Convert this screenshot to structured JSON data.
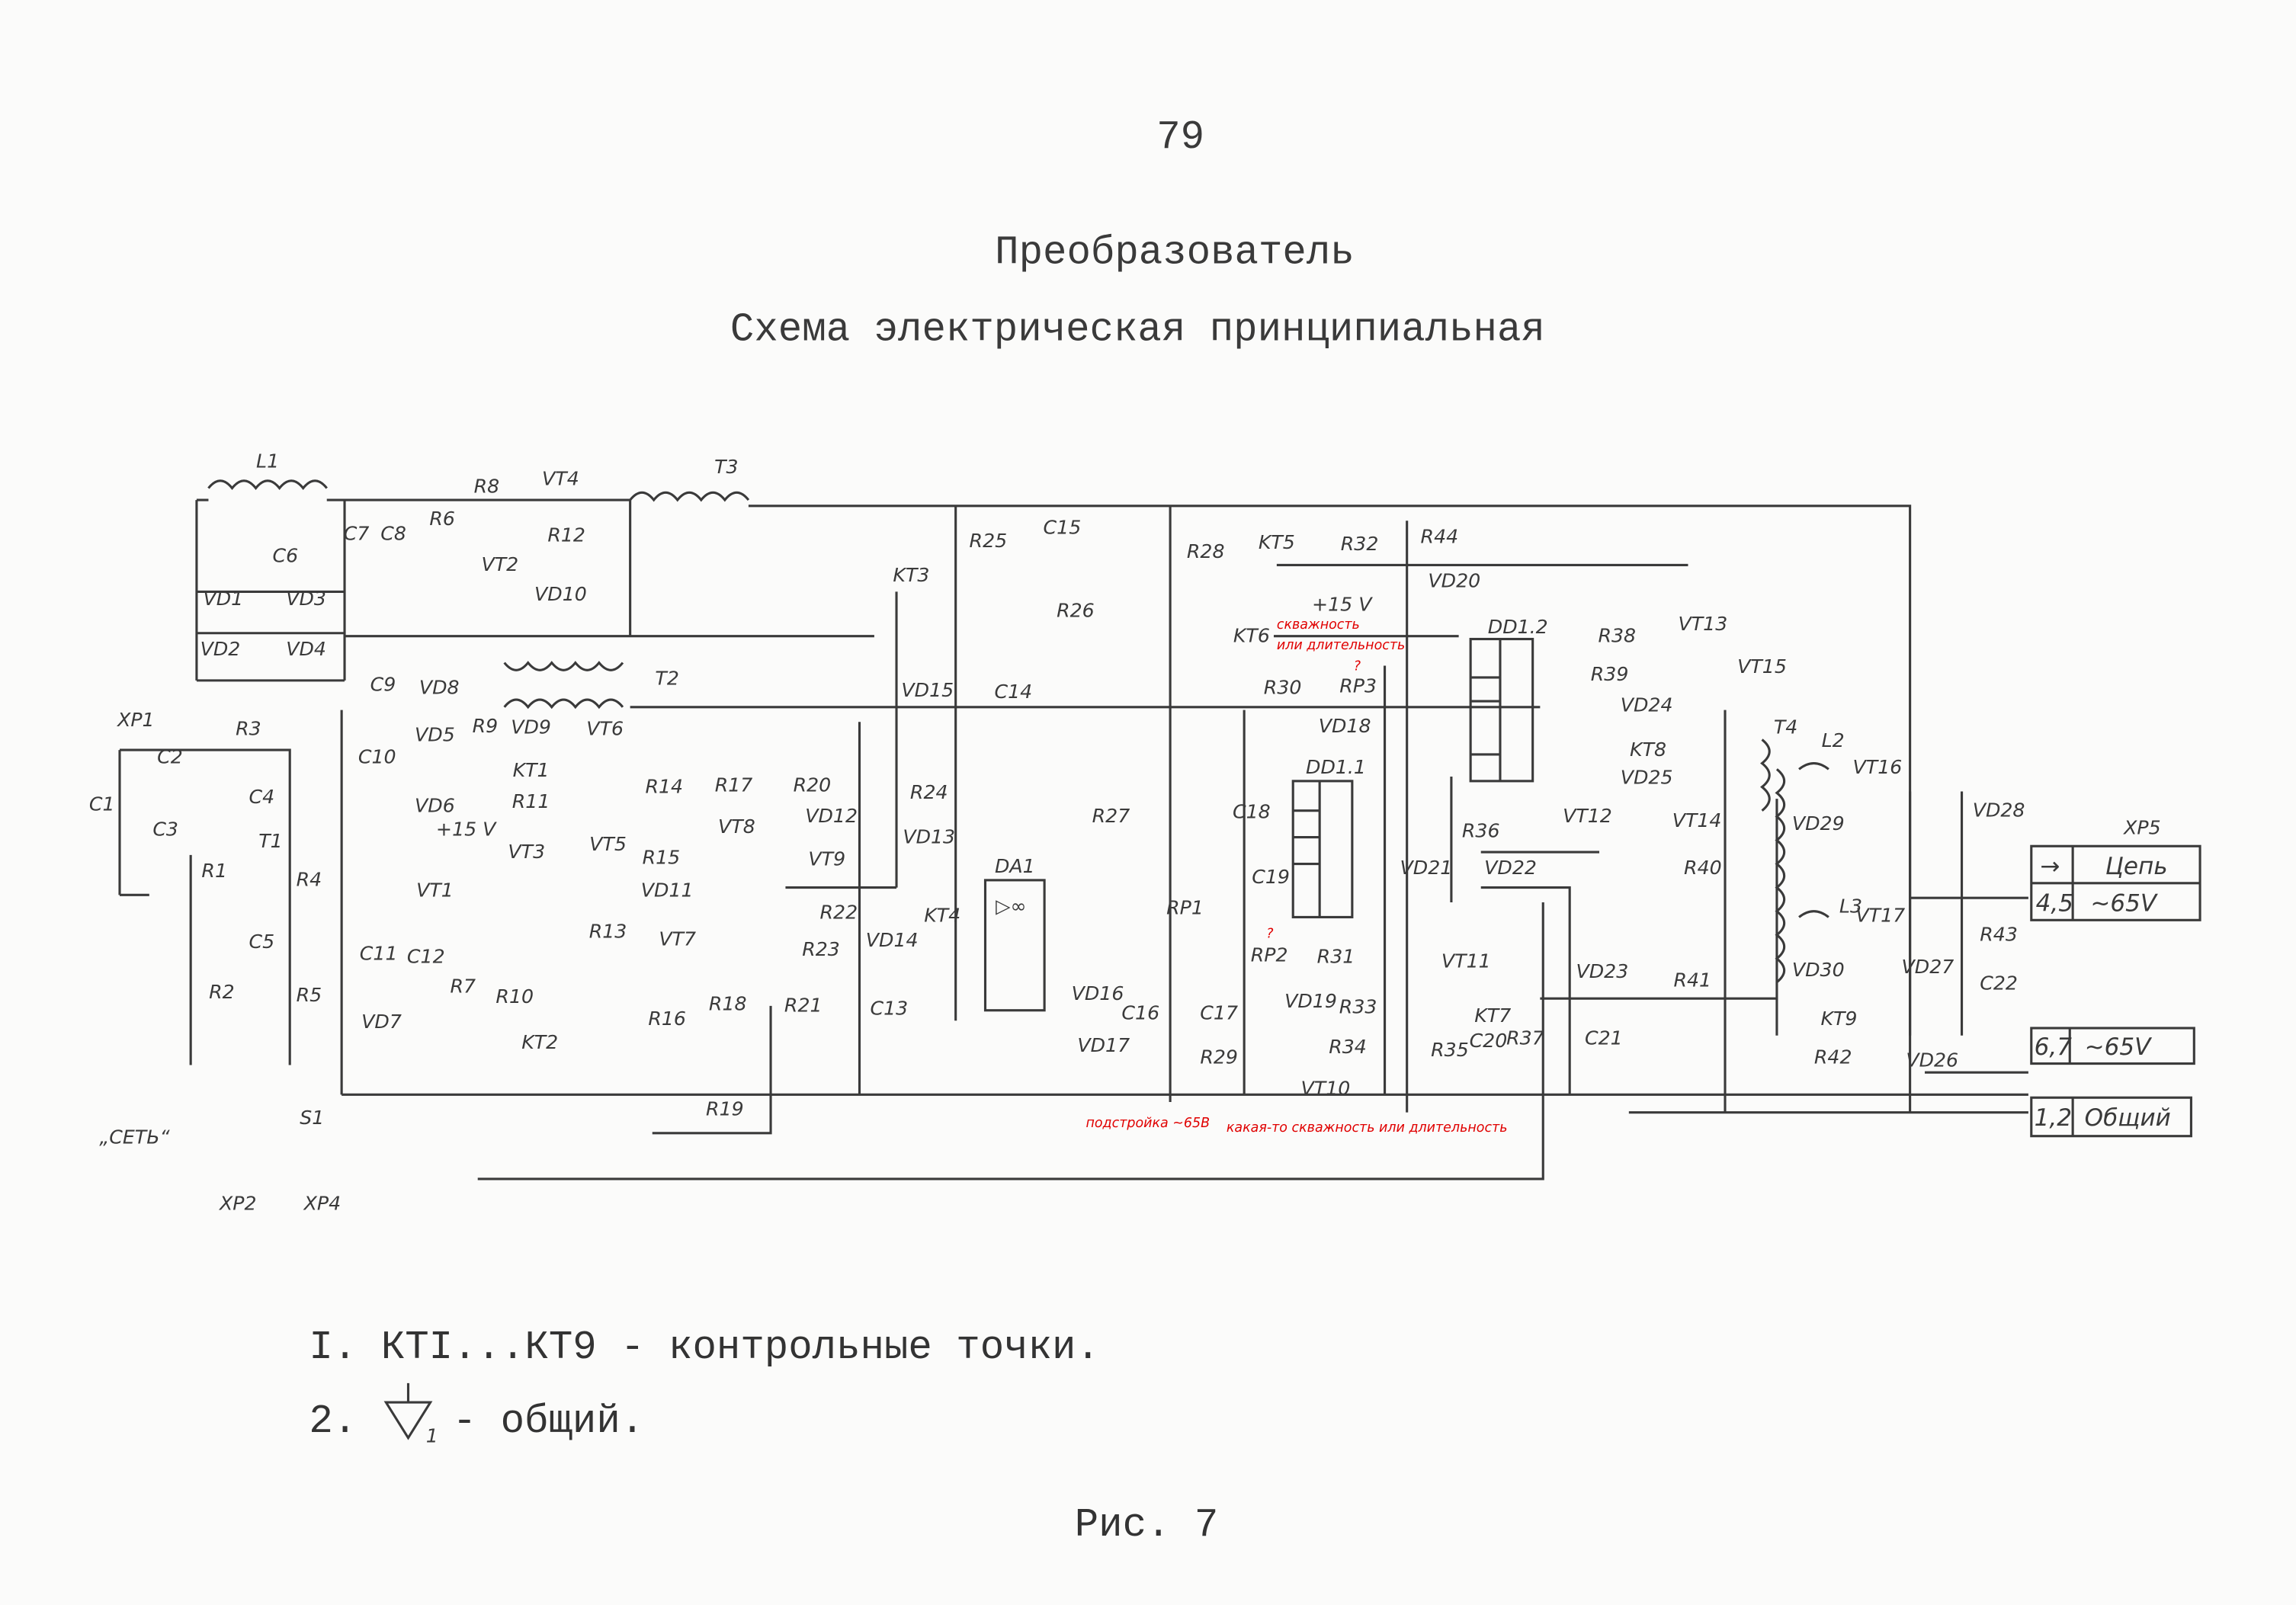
{
  "page_number": "79",
  "title": "Преобразователь",
  "subtitle": "Схема электрическая принципиальная",
  "components": [
    "L1",
    "T3",
    "VT4",
    "R8",
    "R6",
    "C7",
    "C8",
    "C6",
    "VT2",
    "R12",
    "VD10",
    "VD1",
    "VD3",
    "VD2",
    "VD4",
    "T2",
    "C9",
    "VD8",
    "R9",
    "VD9",
    "VT6",
    "VD5",
    "KT1",
    "C10",
    "R11",
    "VD6",
    "+15 V",
    "VT3",
    "VT1",
    "C11",
    "C12",
    "R7",
    "R10",
    "VD7",
    "KT2",
    "R14",
    "R17",
    "R20",
    "VT8",
    "VT5",
    "R15",
    "VT9",
    "VD11",
    "R22",
    "R13",
    "VT7",
    "R23",
    "R16",
    "R18",
    "R21",
    "C13",
    "R19",
    "XP1",
    "C2",
    "C3",
    "C1",
    "R3",
    "C4",
    "T1",
    "R1",
    "R4",
    "C5",
    "R2",
    "R5",
    "„СЕТЬ“",
    "S1",
    "XP2",
    "XP4",
    "R25",
    "C15",
    "KT3",
    "R28",
    "R26",
    "VD15",
    "C14",
    "R24",
    "VD12",
    "VD13",
    "DA1",
    "R27",
    "KT4",
    "VD14",
    "VD16",
    "C16",
    "VD17",
    "C17",
    "R29",
    "RP1",
    "KT5",
    "R32",
    "R44",
    "VD20",
    "+15 V",
    "KT6",
    "R30",
    "RP3",
    "VD18",
    "DD1.2",
    "DD1.1",
    "C18",
    "C19",
    "RP2",
    "R31",
    "VD19",
    "R33",
    "R34",
    "VT10",
    "VT11",
    "R35",
    "C20",
    "KT7",
    "R37",
    "R36",
    "VD21",
    "VD22",
    "VD23",
    "C21",
    "R41",
    "R38",
    "R39",
    "VT13",
    "VT15",
    "VD24",
    "KT8",
    "VD25",
    "VT12",
    "VT14",
    "R40",
    "T4",
    "L2",
    "VT16",
    "VD29",
    "L3",
    "VT17",
    "VD30",
    "VD27",
    "KT9",
    "R42",
    "VD26",
    "VD28",
    "R43",
    "C22",
    "XP5"
  ],
  "connector_xp5": {
    "header": {
      "symbol": "→",
      "label": "Цепь"
    },
    "rows": [
      {
        "pins": "4,5",
        "signal": "~65V"
      },
      {
        "pins": "6,7",
        "signal": "~65V"
      },
      {
        "pins": "1,2",
        "signal": "Общий"
      }
    ]
  },
  "annotations": [
    "скважность",
    "или длительность",
    "?",
    "?",
    "подстройка ~65В",
    "какая-то скважность или длительность"
  ],
  "notes": [
    "I. КТI...КТ9 - контрольные точки.",
    "2.",
    "- общий."
  ],
  "ground_symbol_label": "1",
  "figure_caption": "Рис. 7"
}
